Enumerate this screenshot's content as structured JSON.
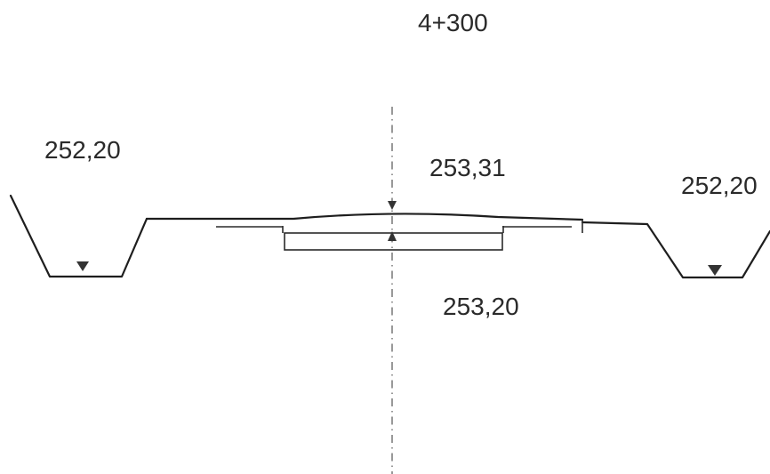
{
  "station": "4+300",
  "elevations": {
    "left_ditch": "252,20",
    "road_crown": "253,31",
    "right_ditch": "252,20",
    "pipe_invert": "253,20"
  },
  "colors": {
    "line": "#1e1e1e",
    "text": "#2a2a2a",
    "axis": "#555555",
    "background": "#ffffff"
  }
}
